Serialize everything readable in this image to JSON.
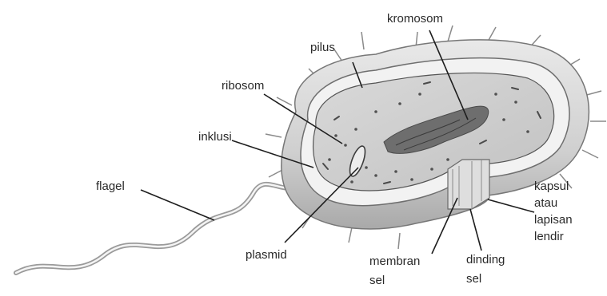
{
  "labels": {
    "kromosom": "kromosom",
    "pilus": "pilus",
    "ribosom": "ribosom",
    "inklusi": "inklusi",
    "flagel": "flagel",
    "plasmid": "plasmid",
    "membran_sel_line1": "membran",
    "membran_sel_line2": "sel",
    "dinding_sel_line1": "dinding",
    "dinding_sel_line2": "sel",
    "kapsul_line1": "kapsul",
    "kapsul_line2": "atau",
    "kapsul_line3": "lapisan",
    "kapsul_line4": "lendir"
  }
}
